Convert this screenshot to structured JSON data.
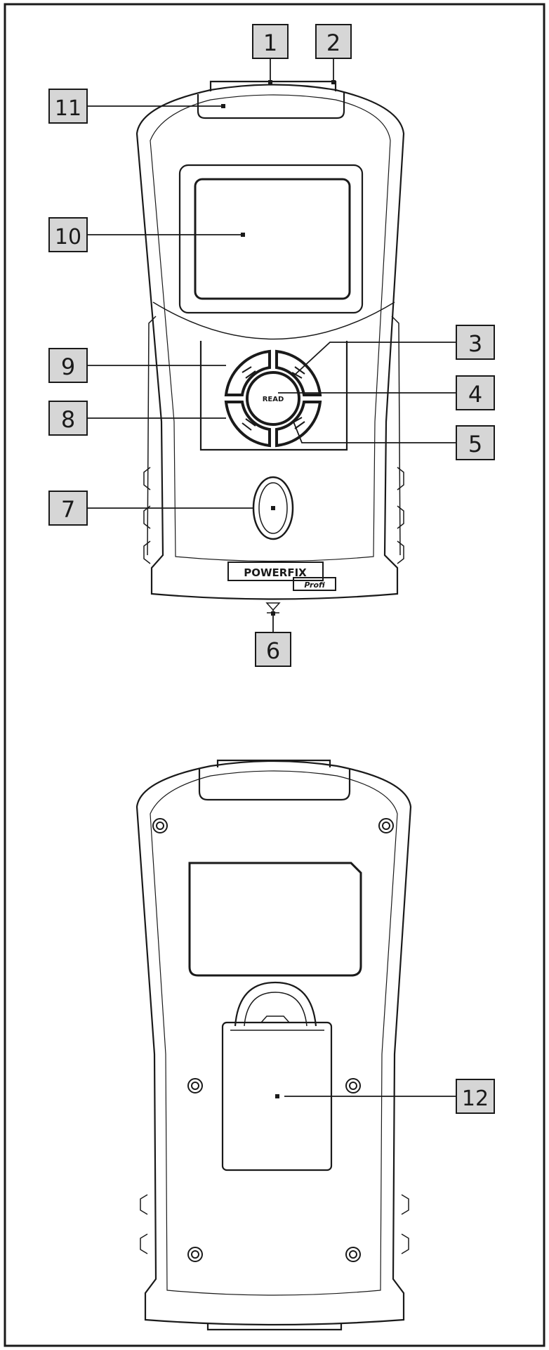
{
  "callouts": [
    {
      "number": "1",
      "part": "top-edge-center"
    },
    {
      "number": "2",
      "part": "top-edge-right"
    },
    {
      "number": "3",
      "part": "upper-right-button"
    },
    {
      "number": "4",
      "part": "center-button"
    },
    {
      "number": "5",
      "part": "lower-right-button"
    },
    {
      "number": "6",
      "part": "bottom-marker"
    },
    {
      "number": "7",
      "part": "oval-button"
    },
    {
      "number": "8",
      "part": "lower-left-button"
    },
    {
      "number": "9",
      "part": "upper-left-button"
    },
    {
      "number": "10",
      "part": "display"
    },
    {
      "number": "11",
      "part": "top-window"
    },
    {
      "number": "12",
      "part": "battery-cover"
    }
  ],
  "device": {
    "brand_text": "POWERFIX",
    "brand_sub_text": "Profi",
    "center_button_text": "READ"
  },
  "colors": {
    "line": "#1a1a1a",
    "label_fill": "#d6d6d6",
    "background": "#ffffff"
  }
}
